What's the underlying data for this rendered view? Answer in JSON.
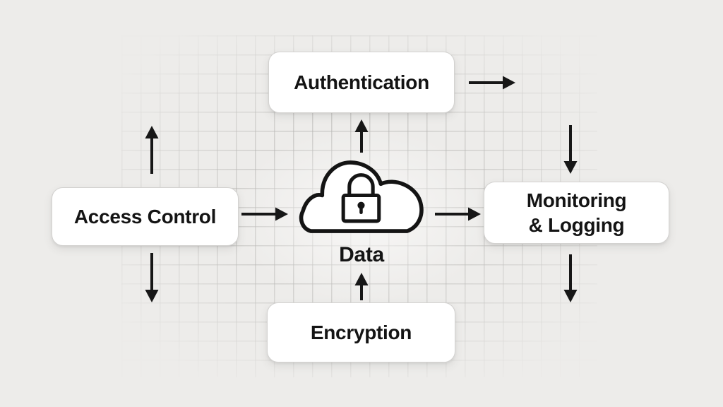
{
  "canvas": {
    "background_color": "#edecea",
    "grid_line_color": "#b2b1ae",
    "box_background_color": "#ffffff",
    "box_border_color": "#d3d2d0",
    "text_color": "#141414",
    "arrow_color": "#171717"
  },
  "center": {
    "label": "Data",
    "icon": "cloud-lock"
  },
  "nodes": {
    "authentication": {
      "label": "Authentication"
    },
    "access_control": {
      "label": "Access Control"
    },
    "monitoring": {
      "line1": "Monitoring",
      "line2": "& Logging"
    },
    "encryption": {
      "label": "Encryption"
    }
  },
  "edges": [
    {
      "from": "Access Control",
      "to": "Data",
      "direction": "right"
    },
    {
      "from": "Encryption",
      "to": "Data",
      "direction": "up"
    },
    {
      "from": "Data",
      "to": "Authentication",
      "direction": "up"
    },
    {
      "from": "Data",
      "to": "Monitoring & Logging",
      "direction": "right"
    },
    {
      "id": "access-control-up-arrow",
      "direction": "up"
    },
    {
      "id": "access-control-down-arrow",
      "direction": "down"
    },
    {
      "id": "authentication-out-arrow",
      "direction": "right"
    },
    {
      "id": "monitoring-in-arrow",
      "direction": "down"
    },
    {
      "id": "monitoring-out-arrow",
      "direction": "down"
    }
  ]
}
